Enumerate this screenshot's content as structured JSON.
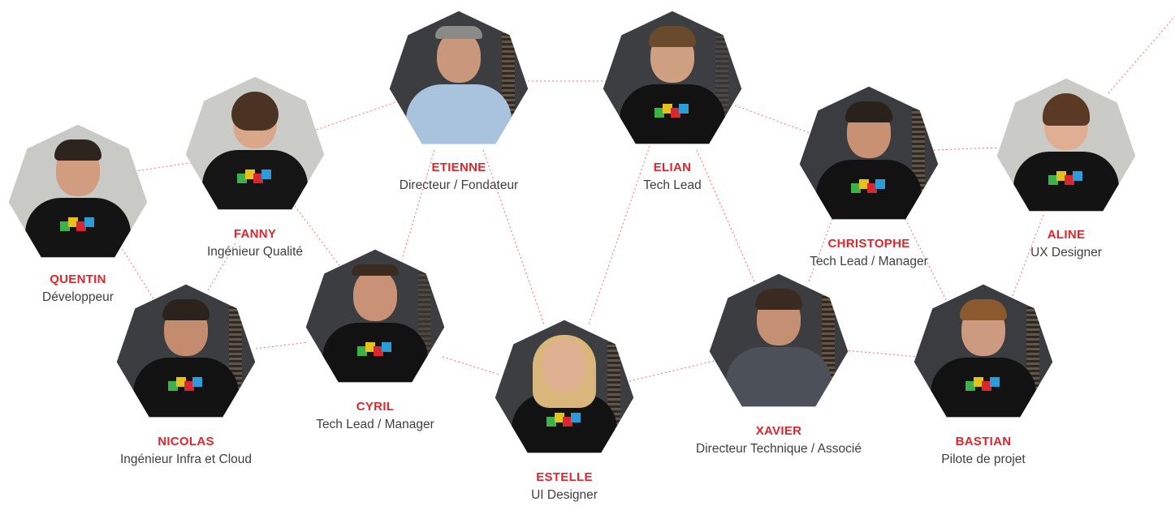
{
  "members": [
    {
      "id": "quentin",
      "name": "QUENTIN",
      "role": "Développeur",
      "bg": "#c9c9c6",
      "shirt": "#141414",
      "skin": "#d19c80",
      "hair": "#2d241e"
    },
    {
      "id": "fanny",
      "name": "FANNY",
      "role": "Ingénieur Qualité",
      "bg": "#cbcbc7",
      "shirt": "#151515",
      "skin": "#d9a88a",
      "hair": "#4a3322"
    },
    {
      "id": "etienne",
      "name": "ETIENNE",
      "role": "Directeur / Fondateur",
      "bg": "#3b3d40",
      "shirt": "#a9c3de",
      "skin": "#c9977b",
      "hair": "#8a8a88"
    },
    {
      "id": "elian",
      "name": "ELIAN",
      "role": "Tech Lead",
      "bg": "#3c3e41",
      "shirt": "#121212",
      "skin": "#cf9f82",
      "hair": "#6a4a2c"
    },
    {
      "id": "christophe",
      "name": "CHRISTOPHE",
      "role": "Tech Lead / Manager",
      "bg": "#3a3c3f",
      "shirt": "#121212",
      "skin": "#c99174",
      "hair": "#2a211b"
    },
    {
      "id": "aline",
      "name": "ALINE",
      "role": "UX Designer",
      "bg": "#cacac6",
      "shirt": "#131313",
      "skin": "#e0ae92",
      "hair": "#5a3a24"
    },
    {
      "id": "nicolas",
      "name": "NICOLAS",
      "role": "Ingénieur Infra et Cloud",
      "bg": "#3b3d40",
      "shirt": "#121212",
      "skin": "#c48c6e",
      "hair": "#2b221c"
    },
    {
      "id": "cyril",
      "name": "CYRIL",
      "role": "Tech Lead / Manager",
      "bg": "#3b3d40",
      "shirt": "#121212",
      "skin": "#c99276",
      "hair": "#3a2a20"
    },
    {
      "id": "estelle",
      "name": "ESTELLE",
      "role": "UI Designer",
      "bg": "#3c3e41",
      "shirt": "#121212",
      "skin": "#e0b092",
      "hair": "#d9b77c"
    },
    {
      "id": "xavier",
      "name": "XAVIER",
      "role": "Directeur Technique / Associé",
      "bg": "#3b3d40",
      "shirt": "#4c5058",
      "skin": "#c48f72",
      "hair": "#3a2a1f"
    },
    {
      "id": "bastian",
      "name": "BASTIAN",
      "role": "Pilote de projet",
      "bg": "#3a3c3f",
      "shirt": "#121212",
      "skin": "#cc9a80",
      "hair": "#8a5a2e"
    }
  ]
}
